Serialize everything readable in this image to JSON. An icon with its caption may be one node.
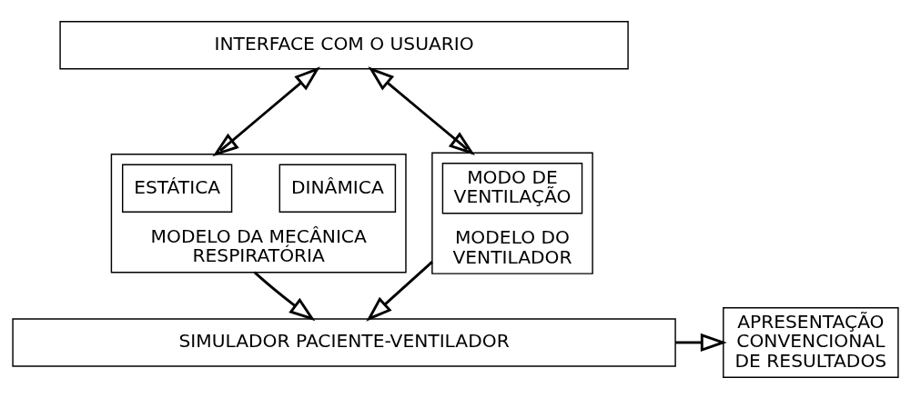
{
  "diagram": {
    "nodes": [
      {
        "text": [
          "INTERFACE COM O USUARIO"
        ]
      },
      {
        "text": [
          "MODELO DA MECÂNICA RESPIRATÓRIA"
        ]
      },
      {
        "text": [
          "ESTÁTICA"
        ],
        "in": 1
      },
      {
        "text": [
          "DINÂMICA"
        ],
        "in": 1
      },
      {
        "text": [
          "MODELO DO VENTILADOR"
        ]
      },
      {
        "text": [
          "MODO DE VENTILAÇÃO"
        ],
        "in": 4
      },
      {
        "text": [
          "SIMULADOR PACIENTE-VENTILADOR"
        ]
      },
      {
        "text": [
          "APRESENTAÇÃO CONVENCIONAL DE RESULTADOS"
        ]
      }
    ],
    "edges": [
      {
        "from": 0,
        "to": 1,
        "arrow": "both"
      },
      {
        "from": 0,
        "to": 4,
        "arrow": "both"
      },
      {
        "from": 1,
        "to": 6,
        "arrow": "to"
      },
      {
        "from": 4,
        "to": 6,
        "arrow": "to"
      },
      {
        "from": 6,
        "to": 7,
        "arrow": "to"
      }
    ]
  }
}
